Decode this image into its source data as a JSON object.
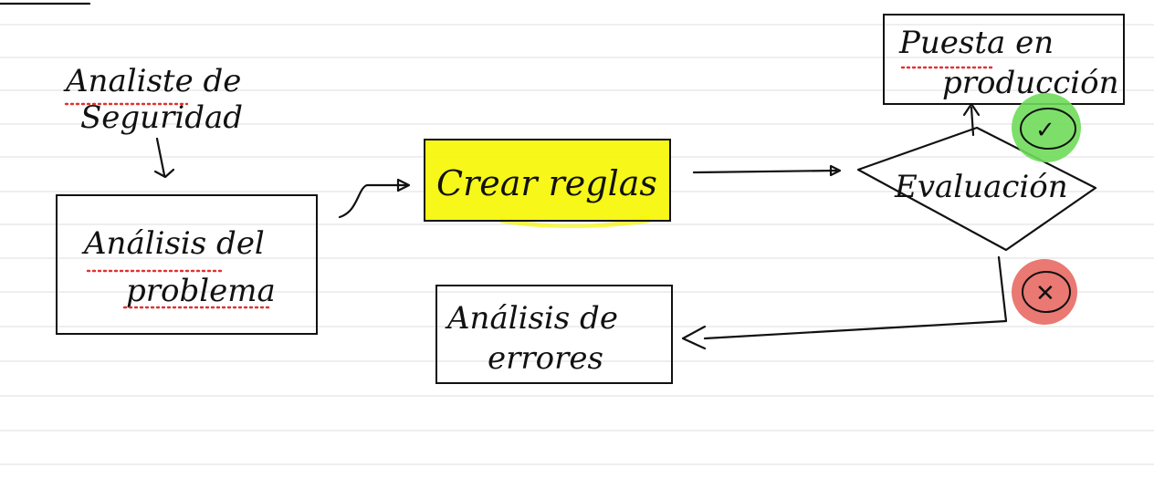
{
  "diagram": {
    "colors": {
      "ink": "#111111",
      "highlight": "#f6f600",
      "spellcheck": "#e23030",
      "accept": "#6fdc5a",
      "reject": "#e8726a",
      "rule": "#dcdcdc"
    },
    "nodes": {
      "security_analysis": {
        "line1": "Analiste de",
        "line2": "Seguridad"
      },
      "problem_analysis": {
        "line1": "Análisis del",
        "line2": "problema"
      },
      "create_rules": {
        "label": "Crear reglas"
      },
      "evaluation": {
        "label": "Evaluación"
      },
      "production": {
        "line1": "Puesta en",
        "line2": "producción"
      },
      "error_analysis": {
        "line1": "Análisis de",
        "line2": "errores"
      }
    },
    "marks": {
      "accept": {
        "icon": "check-icon",
        "glyph": "✓"
      },
      "reject": {
        "icon": "cross-icon",
        "glyph": "✕"
      }
    }
  }
}
